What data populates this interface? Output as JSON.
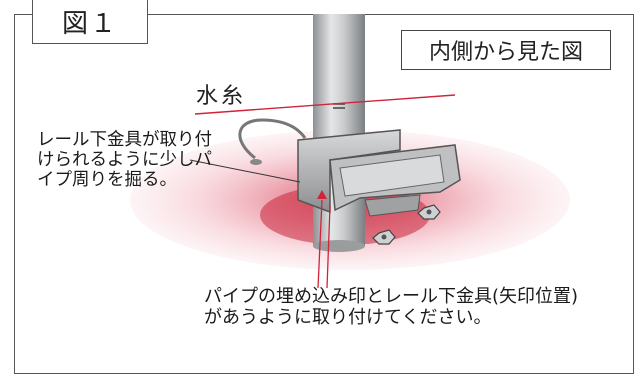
{
  "figure": {
    "tab_label": "図１",
    "view_label": "内側から見た図",
    "level_line_label": "水糸",
    "note_left": "レール下金具が取り付けられるように少しパイプ周りを掘る。",
    "note_bottom": "パイプの埋め込み印とレール下金具(矢印位置)があうように取り付けてください。"
  },
  "colors": {
    "accent_red": "#d0243a",
    "ground_pink": "#e88a98",
    "pipe_gray": "#b9bcbf",
    "bracket_gray": "#a8a9ab"
  },
  "icons": [
    "arrow-mark-icon",
    "bolt-icon",
    "pipe-icon",
    "bracket-icon"
  ]
}
